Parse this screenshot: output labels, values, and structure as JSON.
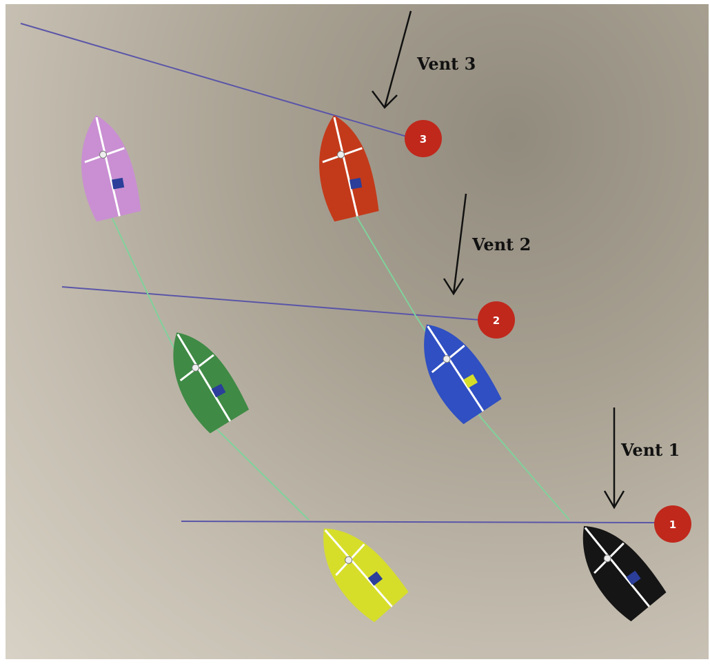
{
  "scene": {
    "wind_labels": {
      "vent3": "Vent 3",
      "vent2": "Vent 2",
      "vent1": "Vent 1"
    },
    "marks": {
      "mark3": "3",
      "mark2": "2",
      "mark1": "1"
    },
    "colors": {
      "board": "#bdb5a7",
      "start_line": "#5a55a8",
      "track": "#7fd29a",
      "mark": "#c0281c",
      "boat_lilac": "#c98fd2",
      "boat_red": "#c33a1a",
      "boat_green": "#3f8a45",
      "boat_blue": "#2f4fc2",
      "boat_yellow": "#d6de2a",
      "boat_black": "#151515"
    }
  }
}
